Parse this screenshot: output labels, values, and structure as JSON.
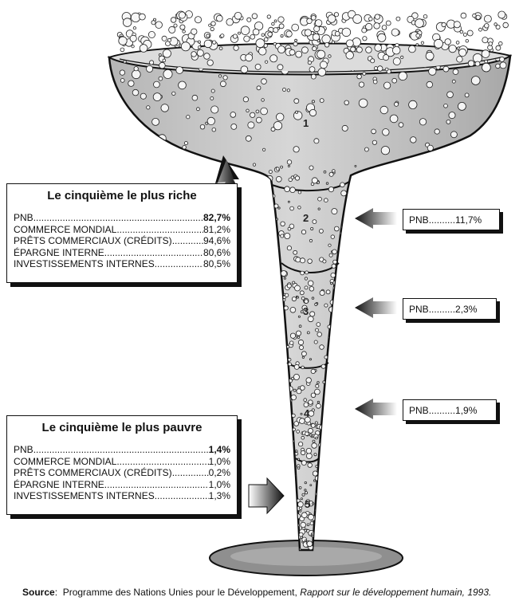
{
  "rich_box": {
    "title": "Le cinquième le plus riche",
    "rows": [
      {
        "label": "PNB",
        "value": "82,7%"
      },
      {
        "label": "COMMERCE MONDIAL",
        "value": "81,2%"
      },
      {
        "label": "PRÊTS COMMERCIAUX (CRÉDITS)",
        "value": "94,6%"
      },
      {
        "label": "ÉPARGNE INTERNE",
        "value": "80,6%"
      },
      {
        "label": "INVESTISSEMENTS INTERNES",
        "value": "80,5%"
      }
    ]
  },
  "poor_box": {
    "title": "Le cinquième le plus pauvre",
    "rows": [
      {
        "label": "PNB",
        "value": "1,4%"
      },
      {
        "label": "COMMERCE MONDIAL",
        "value": "1,0%"
      },
      {
        "label": "PRÊTS COMMERCIAUX (CRÉDITS)",
        "value": "0,2%"
      },
      {
        "label": "ÉPARGNE INTERNE",
        "value": "1,0%"
      },
      {
        "label": "INVESTISSEMENTS INTERNES",
        "value": "1,3%"
      }
    ]
  },
  "quintiles": [
    {
      "number": "1"
    },
    {
      "number": "2",
      "label": "PNB",
      "value": "11,7%"
    },
    {
      "number": "3",
      "label": "PNB",
      "value": "2,3%"
    },
    {
      "number": "4",
      "label": "PNB",
      "value": "1,9%"
    },
    {
      "number": "5"
    }
  ],
  "source": {
    "label": "Source",
    "text": "Programme des Nations Unies pour le Développement,",
    "title": "Rapport sur le développement humain, 1993."
  }
}
